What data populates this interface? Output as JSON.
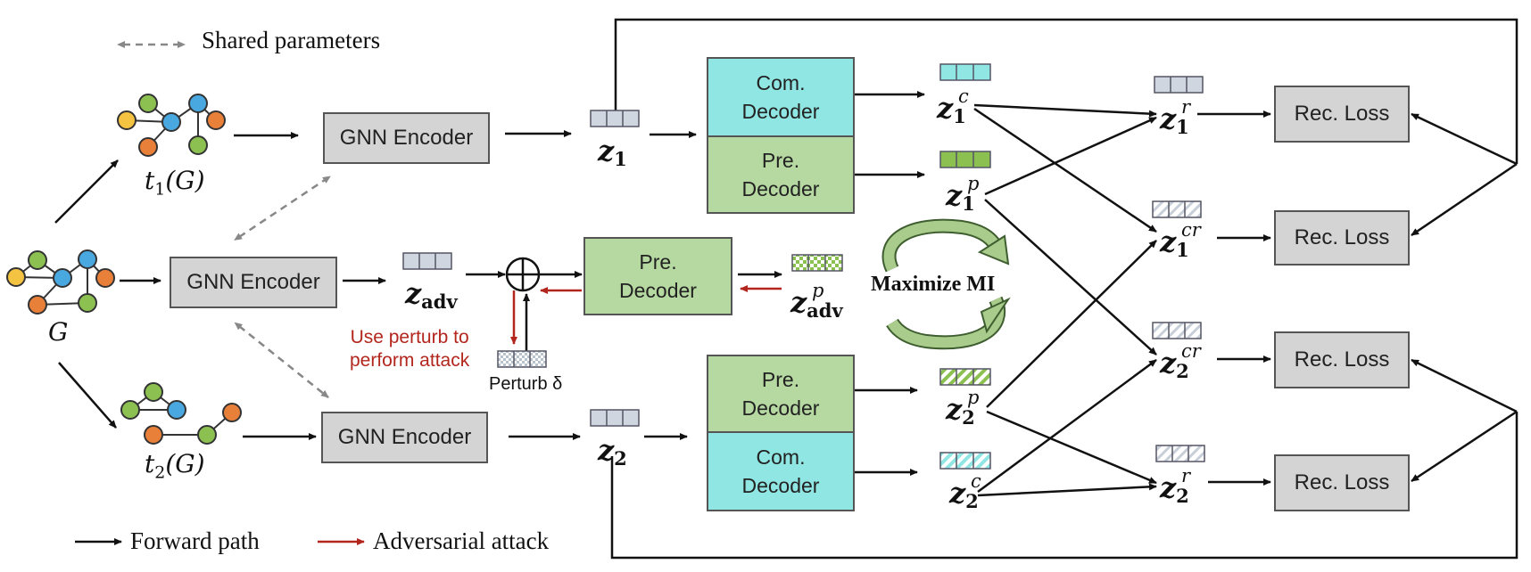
{
  "legend": {
    "shared": "Shared parameters",
    "forward": "Forward path",
    "adversarial": "Adversarial attack"
  },
  "graphs": {
    "original": "G",
    "view1": "t",
    "view1_sub": "1",
    "view1_arg": "(G)",
    "view2": "t",
    "view2_sub": "2",
    "view2_arg": "(G)"
  },
  "encoders": {
    "top": "GNN Encoder",
    "middle": "GNN Encoder",
    "bottom": "GNN Encoder"
  },
  "decoders": {
    "com1_line1": "Com.",
    "com1_line2": "Decoder",
    "pre1_line1": "Pre.",
    "pre1_line2": "Decoder",
    "preadv_line1": "Pre.",
    "preadv_line2": "Decoder",
    "pre2_line1": "Pre.",
    "pre2_line2": "Decoder",
    "com2_line1": "Com.",
    "com2_line2": "Decoder"
  },
  "latents": {
    "z_base": "z",
    "z1_sub": "1",
    "z2_sub": "2",
    "zadv_sub": "adv",
    "c": "c",
    "p": "p",
    "r": "r",
    "cr": "cr"
  },
  "attack": {
    "note_line1": "Use perturb to",
    "note_line2": "perform attack",
    "perturb_label": "Perturb δ"
  },
  "mi": "Maximize MI",
  "losses": {
    "l1": "Rec. Loss",
    "l2": "Rec. Loss",
    "l3": "Rec. Loss",
    "l4": "Rec. Loss"
  },
  "colors": {
    "gray_box": "#d4d4d4",
    "cyan_box": "#8fe6e2",
    "green_box": "#b5d9a0",
    "attack_red": "#b3261e",
    "node_yellow": "#f5c342",
    "node_green": "#8cc152",
    "node_blue": "#4aa8e0",
    "node_orange": "#e8803a"
  }
}
